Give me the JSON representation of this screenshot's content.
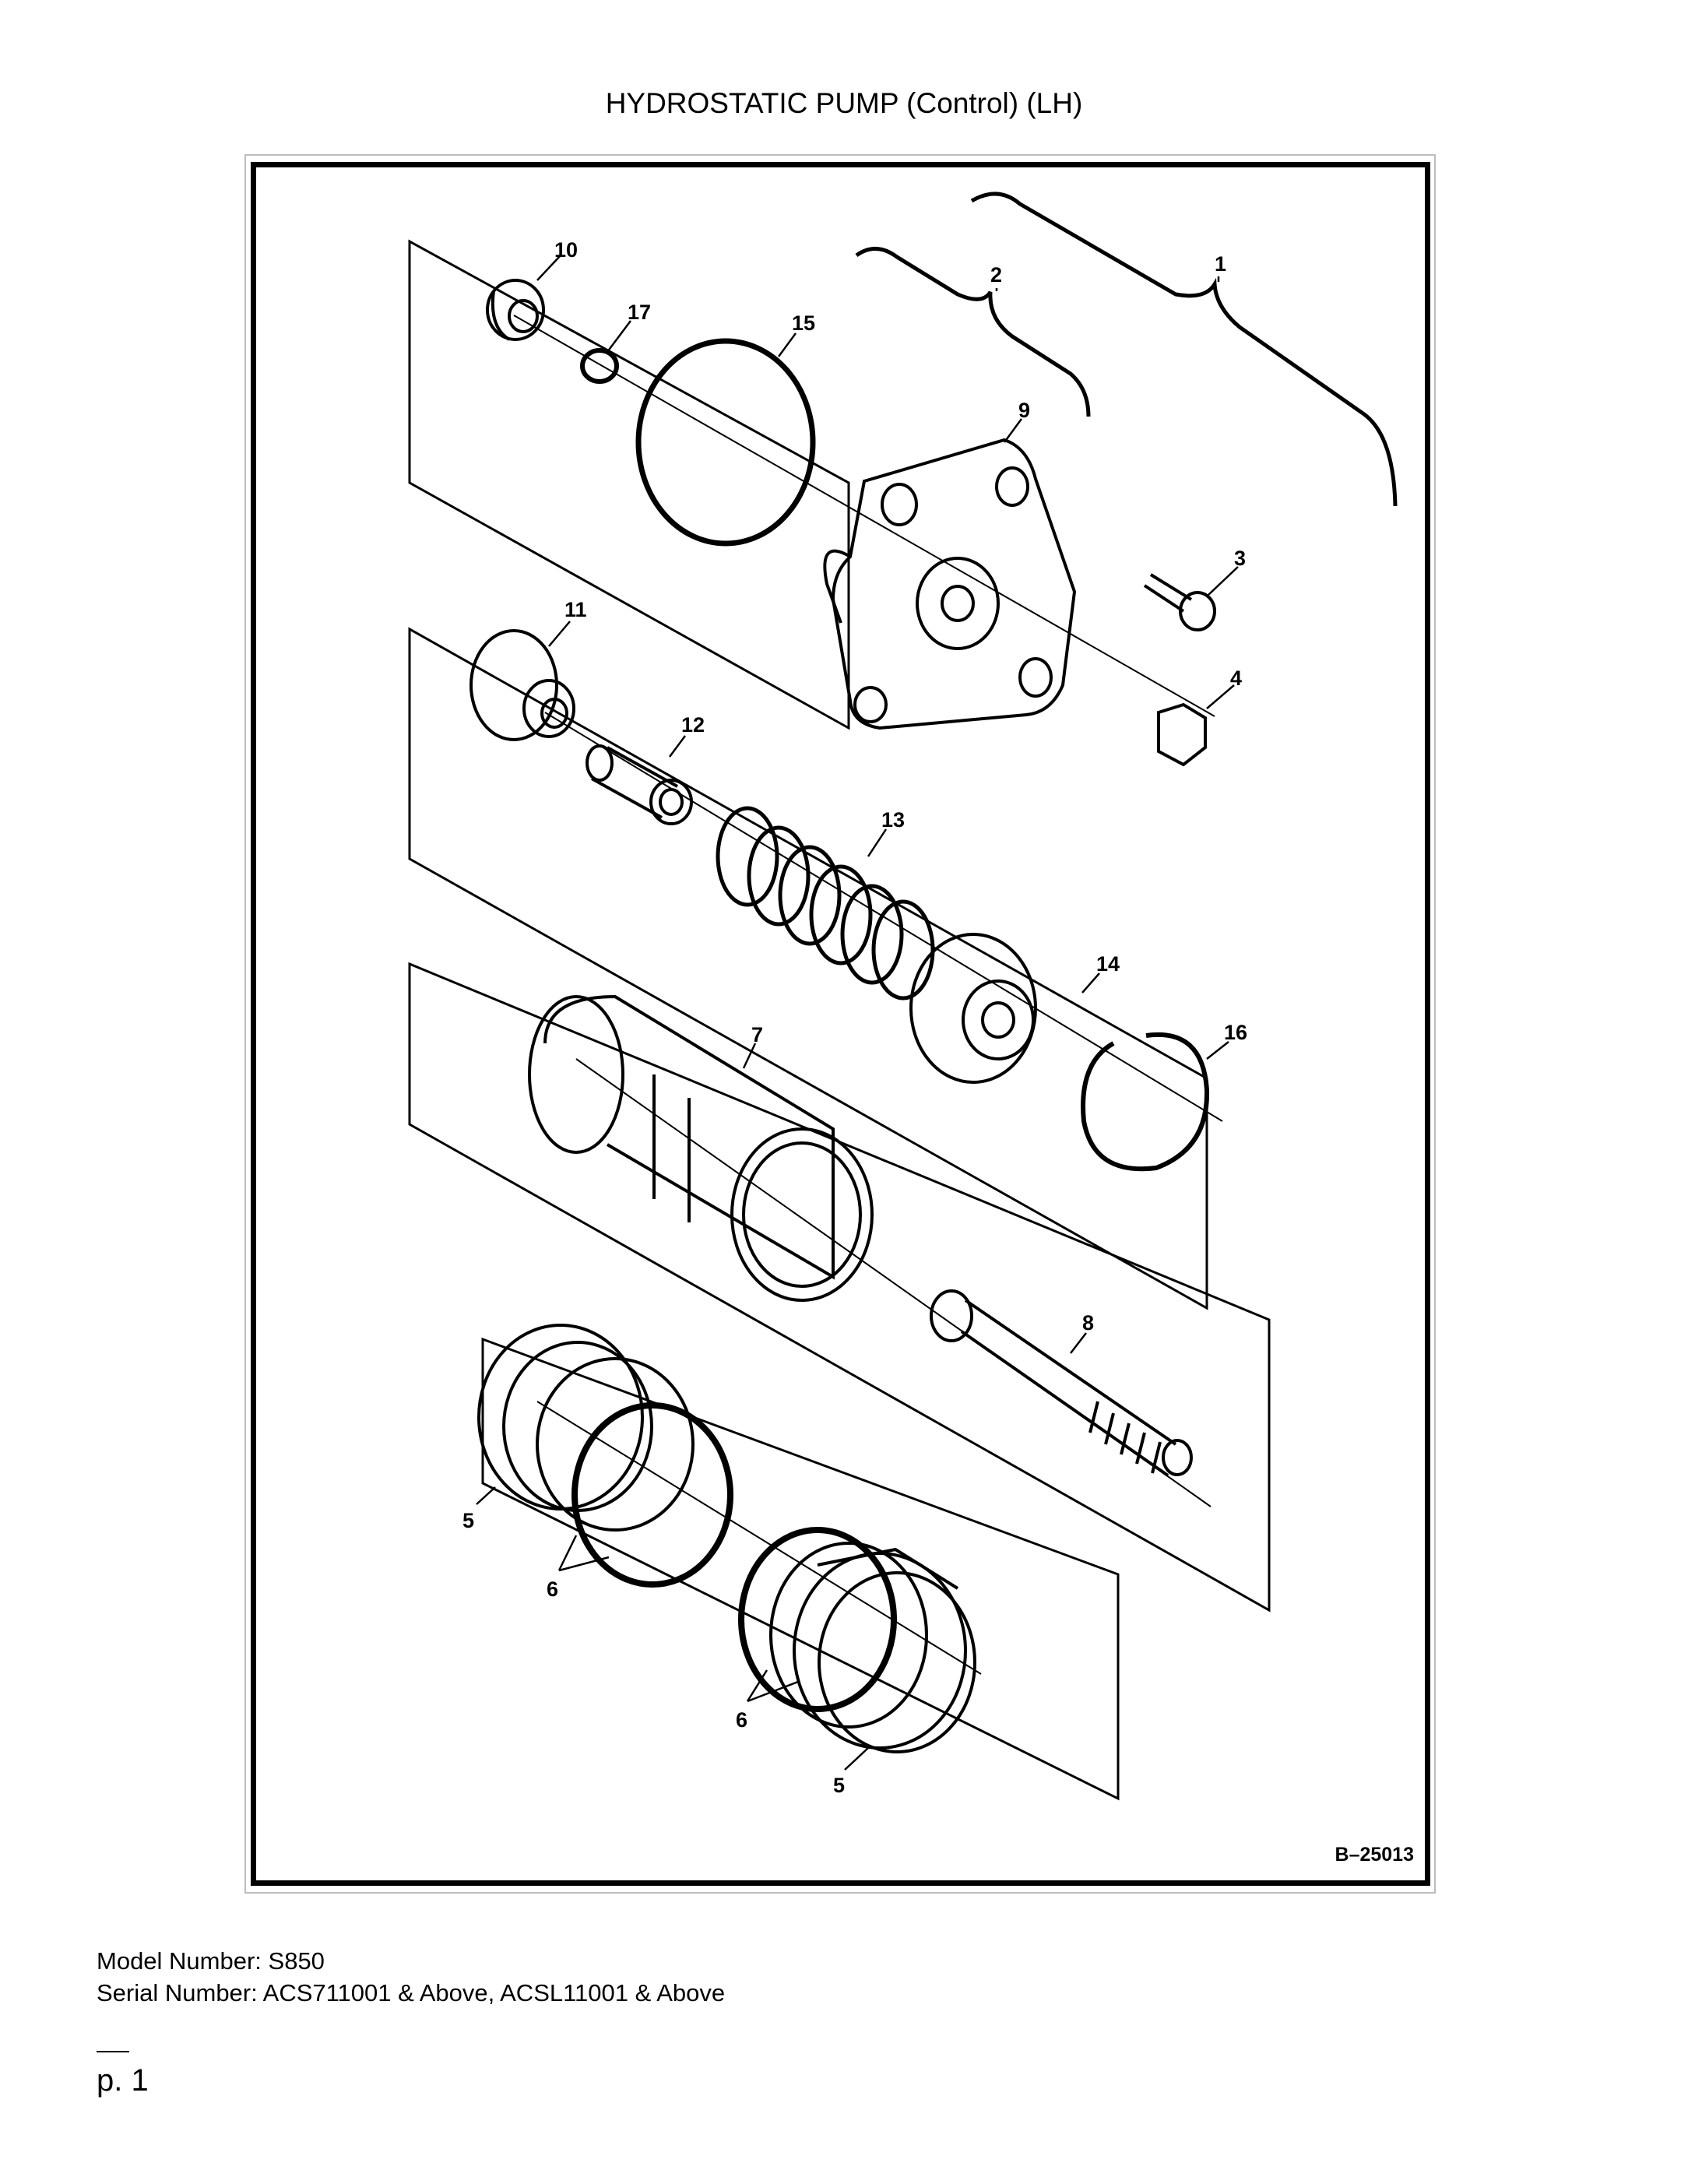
{
  "title": "HYDROSTATIC PUMP (Control) (LH)",
  "figure_code": "B–25013",
  "callouts": {
    "c1": "1",
    "c2": "2",
    "c3": "3",
    "c4": "4",
    "c5a": "5",
    "c5b": "5",
    "c6a": "6",
    "c6b": "6",
    "c7": "7",
    "c8": "8",
    "c9": "9",
    "c10": "10",
    "c11": "11",
    "c12": "12",
    "c13": "13",
    "c14": "14",
    "c15": "15",
    "c16": "16",
    "c17": "17"
  },
  "footer": {
    "model": "Model Number: S850",
    "serial": "Serial Number: ACS711001 & Above, ACSL11001 & Above"
  },
  "page": "p. 1"
}
